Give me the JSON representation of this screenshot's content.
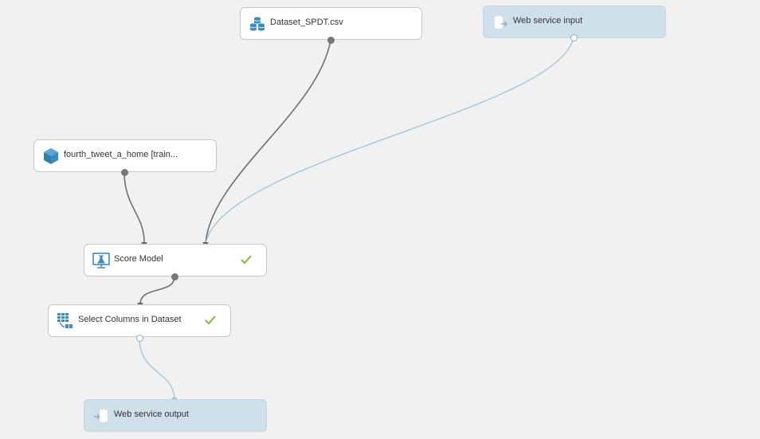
{
  "canvas": {
    "nodes": {
      "dataset": {
        "label": "Dataset_SPDT.csv",
        "icon": "dataset-icon"
      },
      "web_input": {
        "label": "Web service input",
        "icon": "web-service-input-icon"
      },
      "trained_model": {
        "label": "fourth_tweet_a_home [train...",
        "icon": "trained-model-icon"
      },
      "score_model": {
        "label": "Score Model",
        "icon": "score-model-icon",
        "status": "completed"
      },
      "select_columns": {
        "label": "Select Columns in Dataset",
        "icon": "select-columns-icon",
        "status": "completed"
      },
      "web_output": {
        "label": "Web service output",
        "icon": "web-service-output-icon"
      }
    },
    "colors": {
      "data_wire": "#6f6f6f",
      "web_wire": "#9fc4da",
      "check": "#7cbb3b",
      "icon_blue": "#3c8dbc"
    }
  }
}
